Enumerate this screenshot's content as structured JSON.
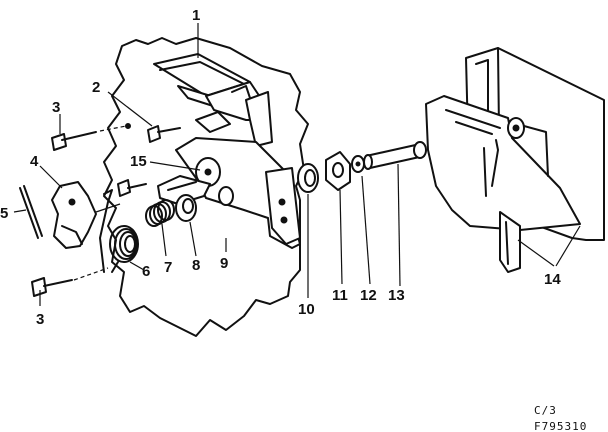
{
  "callouts": [
    "1",
    "2",
    "3",
    "4",
    "5",
    "3",
    "6",
    "7",
    "8",
    "9",
    "10",
    "11",
    "12",
    "13",
    "14",
    "15"
  ],
  "footer": {
    "sheet": "C/3",
    "drawing_number": "F795310"
  }
}
